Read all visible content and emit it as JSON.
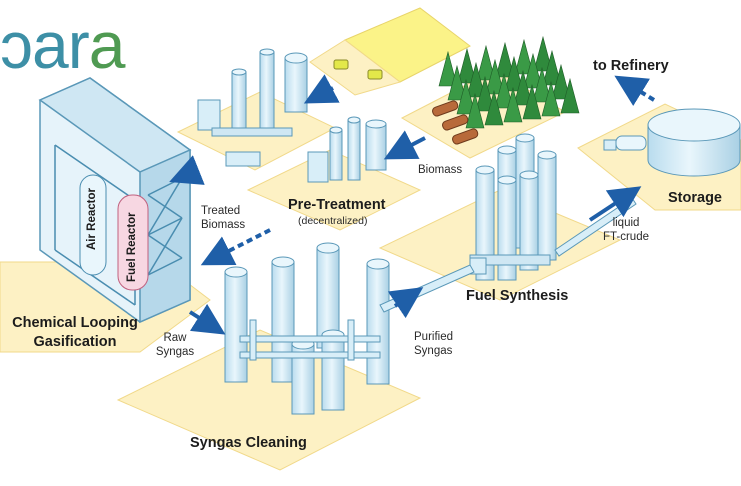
{
  "logo": {
    "text_main": "ar",
    "text_end": "a",
    "prefix_fragment": "ɔ"
  },
  "reactors": {
    "air": "Air Reactor",
    "fuel": "Fuel Reactor"
  },
  "stations": {
    "gasification": "Chemical Looping\nGasification",
    "pretreatment": "Pre-Treatment",
    "pretreatment_sub": "(decentralized)",
    "syngas_cleaning": "Syngas Cleaning",
    "fuel_synthesis": "Fuel Synthesis",
    "storage": "Storage",
    "refinery": "to Refinery"
  },
  "flows": {
    "biomass": "Biomass",
    "treated_biomass": "Treated\nBiomass",
    "raw_syngas": "Raw\nSyngas",
    "purified_syngas": "Purified\nSyngas",
    "liquid_crude": "liquid\nFT-crude"
  },
  "colors": {
    "platform": "#fdf1c4",
    "platform_edge": "#f1d98a",
    "equipment": "#d8eef8",
    "equipment_edge": "#5a98b8",
    "arrow": "#1f5fa8",
    "forest": "#2f8a3c",
    "fuel_reactor": "#f7d7e2",
    "field": "#fbf388"
  }
}
